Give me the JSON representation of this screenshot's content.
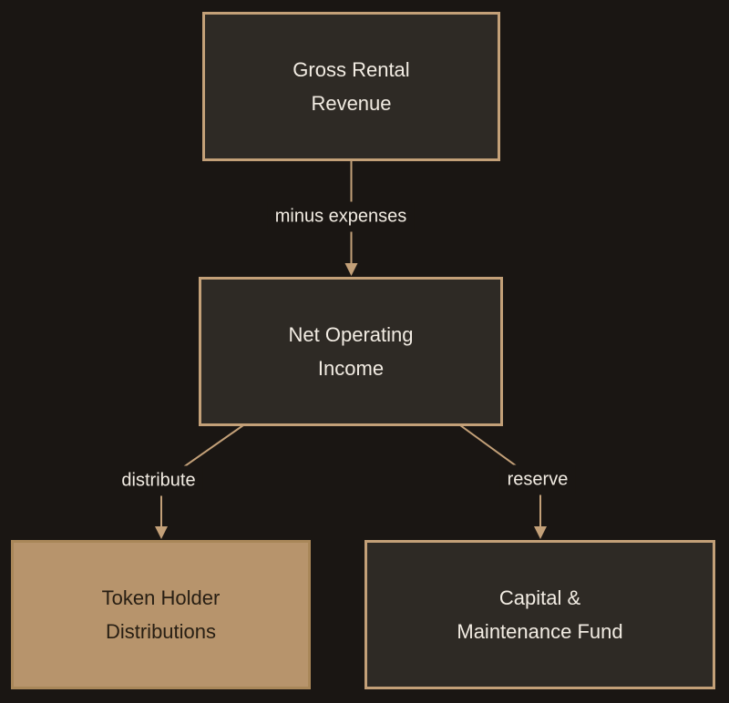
{
  "diagram": {
    "type": "flowchart",
    "direction": "top-down",
    "nodes": [
      {
        "id": "gross",
        "label": "Gross Rental Revenue",
        "style": "dark"
      },
      {
        "id": "noi",
        "label": "Net Operating Income",
        "style": "dark"
      },
      {
        "id": "token",
        "label": "Token Holder Distributions",
        "style": "highlight"
      },
      {
        "id": "capital",
        "label": "Capital & Maintenance Fund",
        "style": "dark"
      }
    ],
    "edges": [
      {
        "from": "gross",
        "to": "noi",
        "label": "minus expenses"
      },
      {
        "from": "noi",
        "to": "token",
        "label": "distribute"
      },
      {
        "from": "noi",
        "to": "capital",
        "label": "reserve"
      }
    ],
    "colors": {
      "background": "#1a1613",
      "node_fill_dark": "#2e2a25",
      "node_border": "#c3a078",
      "node_fill_highlight": "#b7946c",
      "node_border_highlight": "#a98759",
      "text_light": "#f2ece3",
      "text_dark": "#271e13",
      "edge_stroke": "#c3a078"
    }
  }
}
